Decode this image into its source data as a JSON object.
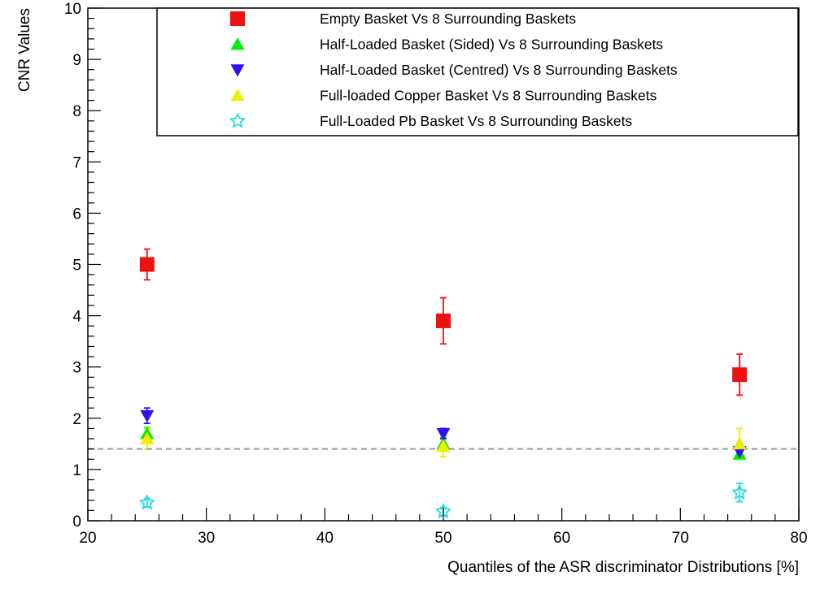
{
  "chart_data": {
    "type": "scatter",
    "title": "",
    "xlabel": "Quantiles of the ASR discriminator Distributions [%]",
    "ylabel": "CNR Values",
    "xlim": [
      20,
      80
    ],
    "ylim": [
      0,
      10
    ],
    "x_ticks": [
      "20",
      "30",
      "40",
      "50",
      "60",
      "70",
      "80"
    ],
    "y_ticks": [
      "0",
      "1",
      "2",
      "3",
      "4",
      "5",
      "6",
      "7",
      "8",
      "9",
      "10"
    ],
    "grid": false,
    "legend_position": "top-right",
    "reference_line": {
      "y": 1.4,
      "style": "dashed",
      "color": "#999999"
    },
    "series": [
      {
        "name": "Empty Basket Vs 8 Surrounding Baskets",
        "marker": "square",
        "color": "#ee1111",
        "x": [
          25,
          50,
          75
        ],
        "y": [
          5.0,
          3.9,
          2.85
        ],
        "err": [
          0.3,
          0.45,
          0.4
        ]
      },
      {
        "name": "Half-Loaded Basket (Sided) Vs 8 Surrounding Baskets",
        "marker": "triangle-up",
        "color": "#00ee00",
        "x": [
          25,
          50,
          75
        ],
        "y": [
          1.7,
          1.5,
          1.3
        ],
        "err": [
          0.12,
          0.12,
          0.1
        ]
      },
      {
        "name": "Half-Loaded Basket (Centred) Vs 8 Surrounding Baskets",
        "marker": "triangle-down",
        "color": "#3311ee",
        "x": [
          25,
          50,
          75
        ],
        "y": [
          2.05,
          1.7,
          1.35
        ],
        "err": [
          0.15,
          0.1,
          0.1
        ]
      },
      {
        "name": "Full-loaded Copper Basket Vs 8 Surrounding Baskets",
        "marker": "triangle-up",
        "color": "#eeee00",
        "x": [
          25,
          50,
          75
        ],
        "y": [
          1.6,
          1.45,
          1.5
        ],
        "err": [
          0.2,
          0.2,
          0.3
        ]
      },
      {
        "name": "Full-Loaded Pb Basket Vs 8 Surrounding Baskets",
        "marker": "star-open",
        "color": "#22dddd",
        "x": [
          25,
          50,
          75
        ],
        "y": [
          0.35,
          0.18,
          0.55
        ],
        "err": [
          0.08,
          0.08,
          0.18
        ]
      }
    ]
  }
}
